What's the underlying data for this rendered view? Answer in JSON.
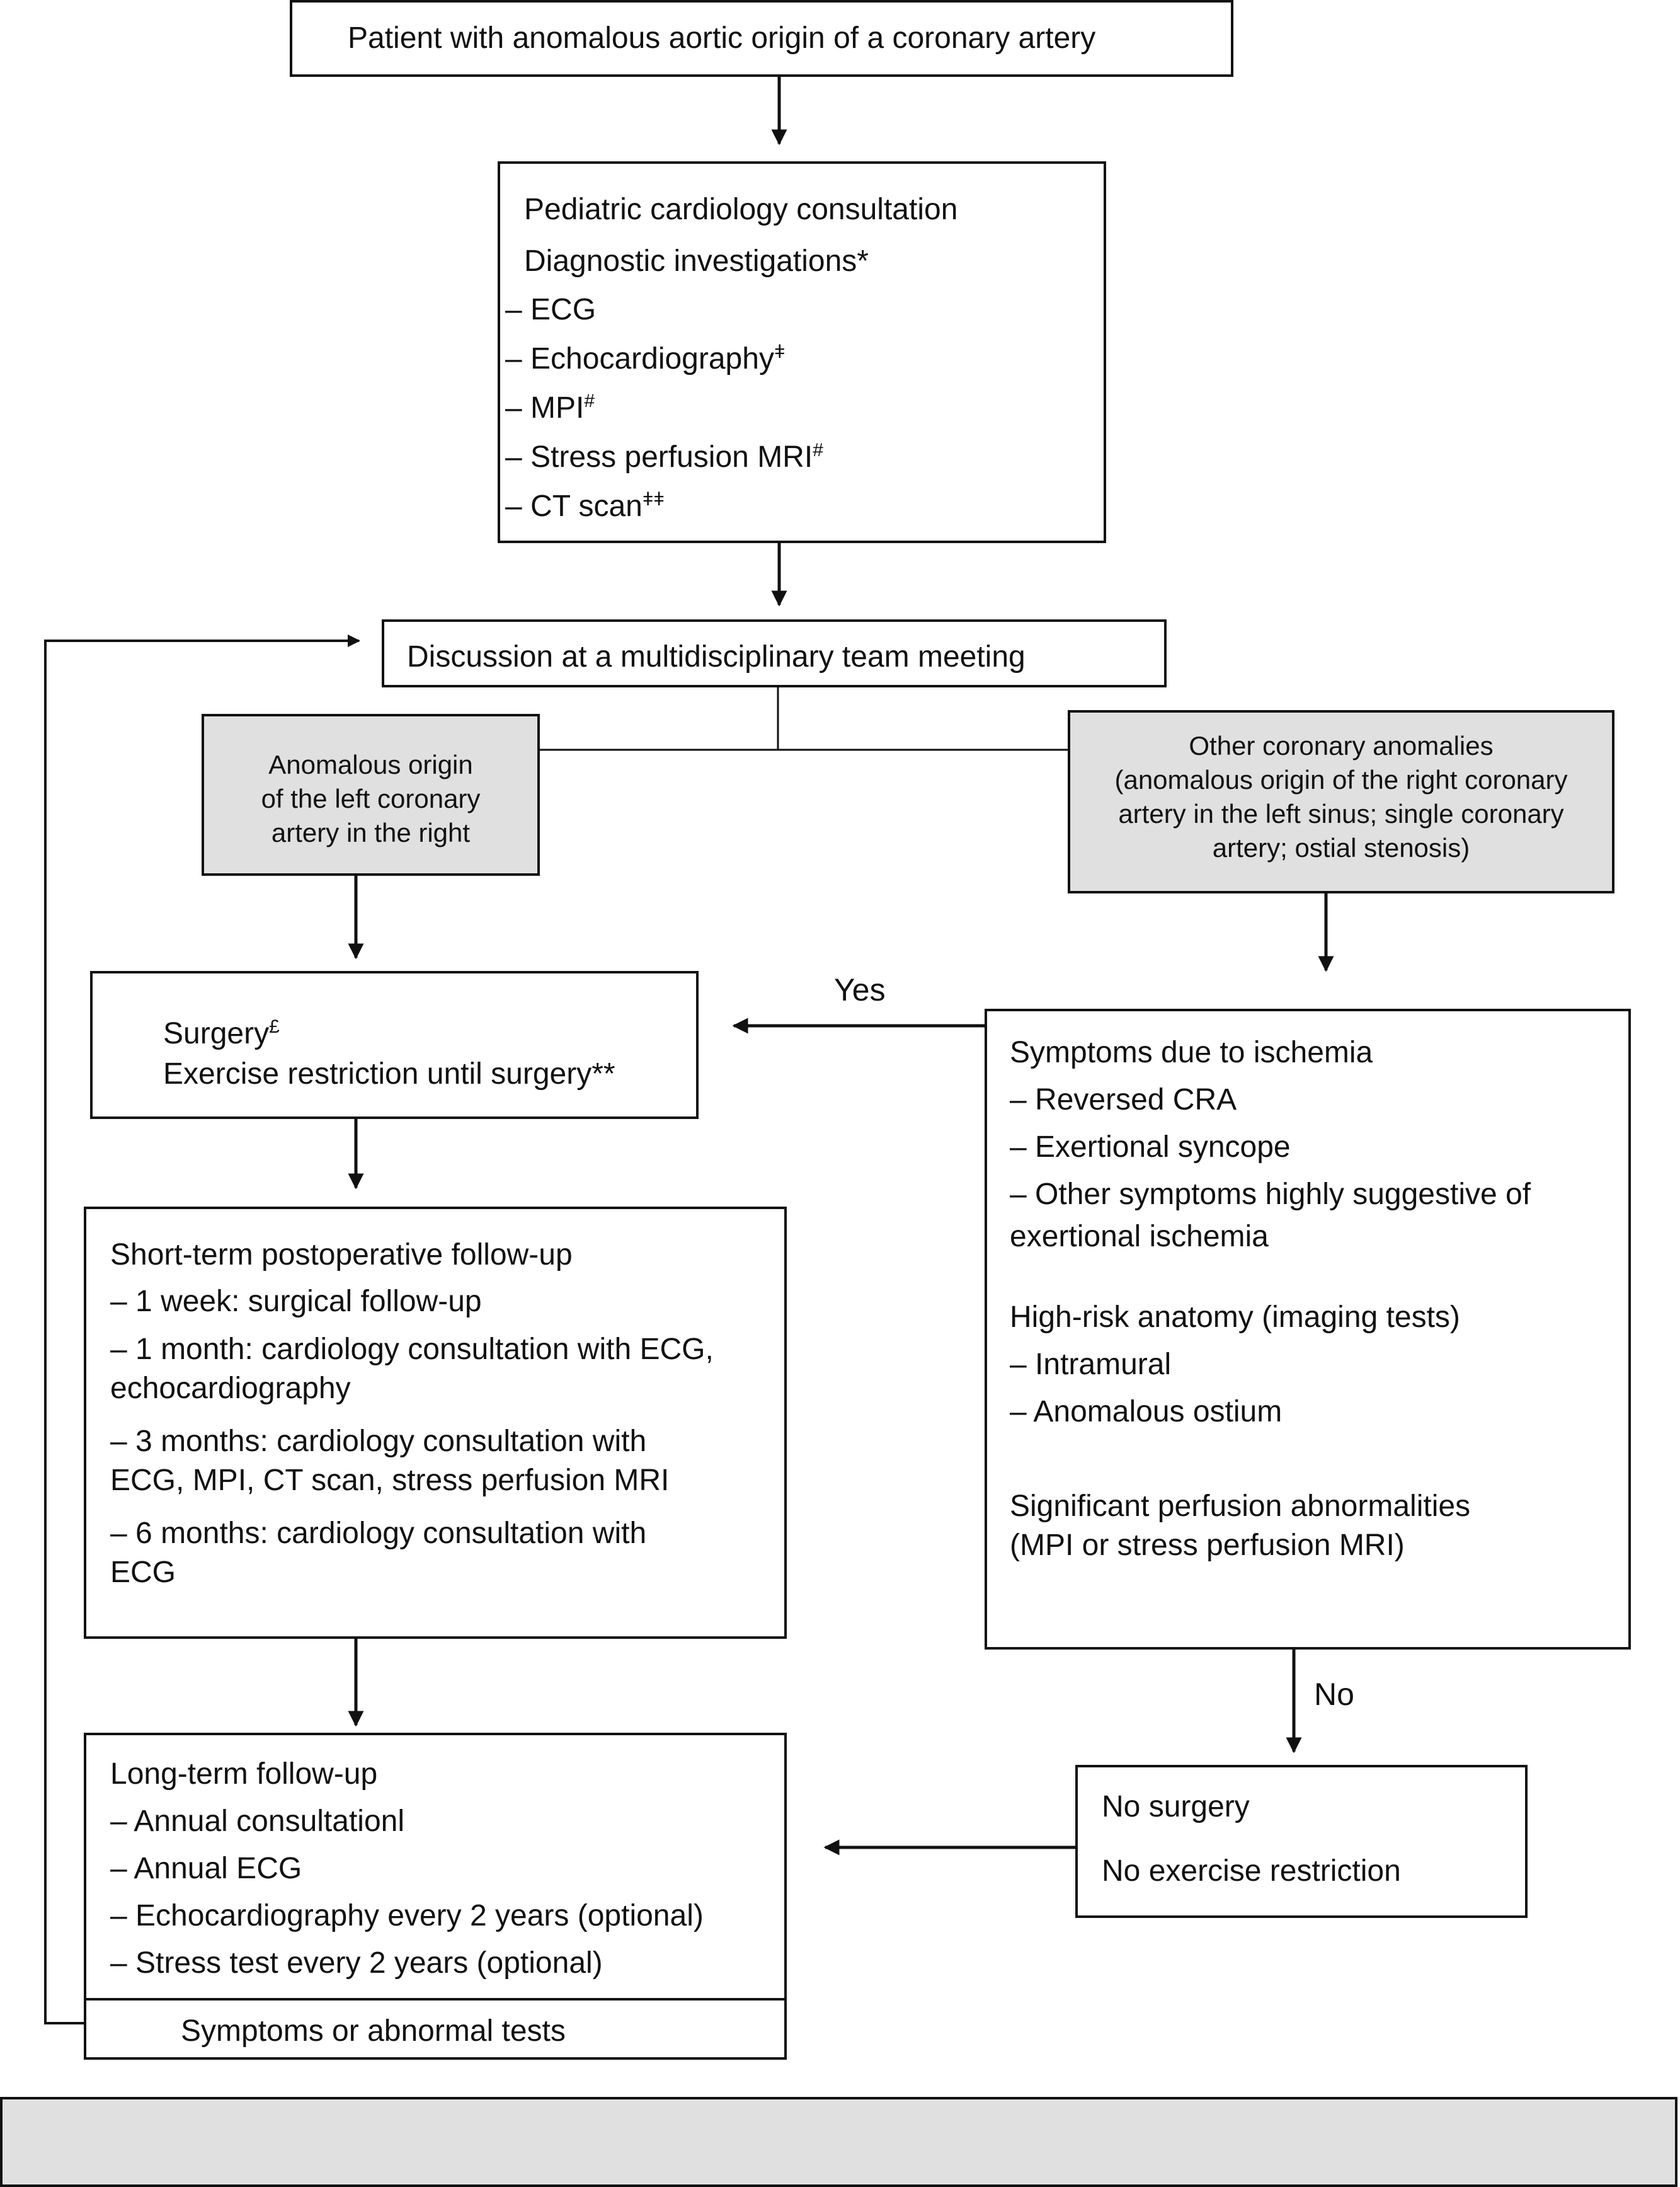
{
  "start": {
    "text": "Patient with anomalous aortic origin of a coronary artery"
  },
  "consult": {
    "title": "Pediatric cardiology consultation",
    "subtitle": "Diagnostic investigations*",
    "items": [
      {
        "text": "– ECG",
        "sup": ""
      },
      {
        "text": "– Echocardiography",
        "sup": "ǂ"
      },
      {
        "text": "– MPI",
        "sup": "#"
      },
      {
        "text": "– Stress perfusion MRI",
        "sup": "#"
      },
      {
        "text": "– CT scan",
        "sup": "ǂǂ"
      }
    ]
  },
  "mdt": {
    "text": "Discussion at a multidisciplinary team meeting"
  },
  "left_branch": {
    "lines": [
      "Anomalous origin",
      "of the left coronary",
      "artery in the right"
    ]
  },
  "right_branch": {
    "lines": [
      "Other coronary anomalies",
      "(anomalous origin of the right coronary",
      "artery in the left sinus; single coronary",
      "artery; ostial stenosis)"
    ]
  },
  "surgery": {
    "line1": "Surgery",
    "line1_sup": "£",
    "line2": "Exercise restriction until surgery**"
  },
  "symptoms": {
    "title": "Symptoms due to ischemia",
    "items": [
      "– Reversed CRA",
      "– Exertional syncope",
      "– Other symptoms highly suggestive of",
      "exertional ischemia"
    ],
    "anatomy_title": "High-risk anatomy (imaging tests)",
    "anatomy_items": [
      "– Intramural",
      "– Anomalous ostium"
    ],
    "perfusion_lines": [
      "Significant perfusion abnormalities",
      "(MPI or stress perfusion MRI)"
    ]
  },
  "short_term": {
    "title": "Short-term postoperative follow-up",
    "items": [
      [
        "– 1 week: surgical follow-up"
      ],
      [
        "– 1 month: cardiology consultation with ECG,",
        "echocardiography"
      ],
      [
        "– 3 months: cardiology consultation with",
        "ECG, MPI, CT scan, stress perfusion MRI"
      ],
      [
        "– 6 months: cardiology consultation with",
        "ECG"
      ]
    ]
  },
  "no_surgery": {
    "line1": "No surgery",
    "line2": "No exercise restriction"
  },
  "long_term": {
    "title": "Long-term follow-up",
    "items": [
      "– Annual consultationl",
      "– Annual ECG",
      "– Echocardiography every 2 years (optional)",
      "– Stress test every 2 years (optional)"
    ],
    "footer": "Symptoms or abnormal tests"
  },
  "labels": {
    "yes": "Yes",
    "no": "No"
  },
  "colors": {
    "line": "#111111",
    "shaded_box": "#e0e0e0",
    "footer_bar": "#e0e0e0"
  }
}
